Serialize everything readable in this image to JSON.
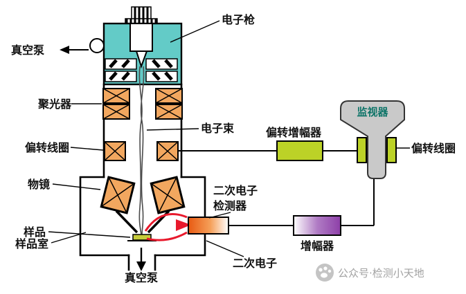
{
  "diagram": {
    "labels": {
      "electron_gun": "电子枪",
      "vacuum_pump_top": "真空泵",
      "condenser_lens": "聚光器",
      "deflection_coil_left": "偏转线圈",
      "objective_lens": "物镜",
      "sample": "样品",
      "sample_chamber": "样品室",
      "vacuum_pump_bottom": "真空泵",
      "electron_beam": "电子束",
      "deflection_amplifier": "偏转增幅器",
      "monitor": "监视器",
      "deflection_coil_right": "偏转线圈",
      "se_detector_line1": "二次电子",
      "se_detector_line2": "检测器",
      "amplifier": "增幅器",
      "secondary_electrons": "二次电子"
    },
    "colors": {
      "gun_housing_teal": "#63cbc7",
      "lens_orange": "#f2a75f",
      "green_box": "#bcd227",
      "monitor_gray": "#c9c9c9",
      "monitor_label": "#0e7468",
      "detector_orange": "#e85a12",
      "amplifier_purple": "#8d3fa8",
      "secondary_red": "#e8192c",
      "sample_green": "#c6cc3a",
      "label_black": "#111111",
      "watermark_gray": "#a2a2a2"
    },
    "watermark": "公众号·检测小天地"
  }
}
